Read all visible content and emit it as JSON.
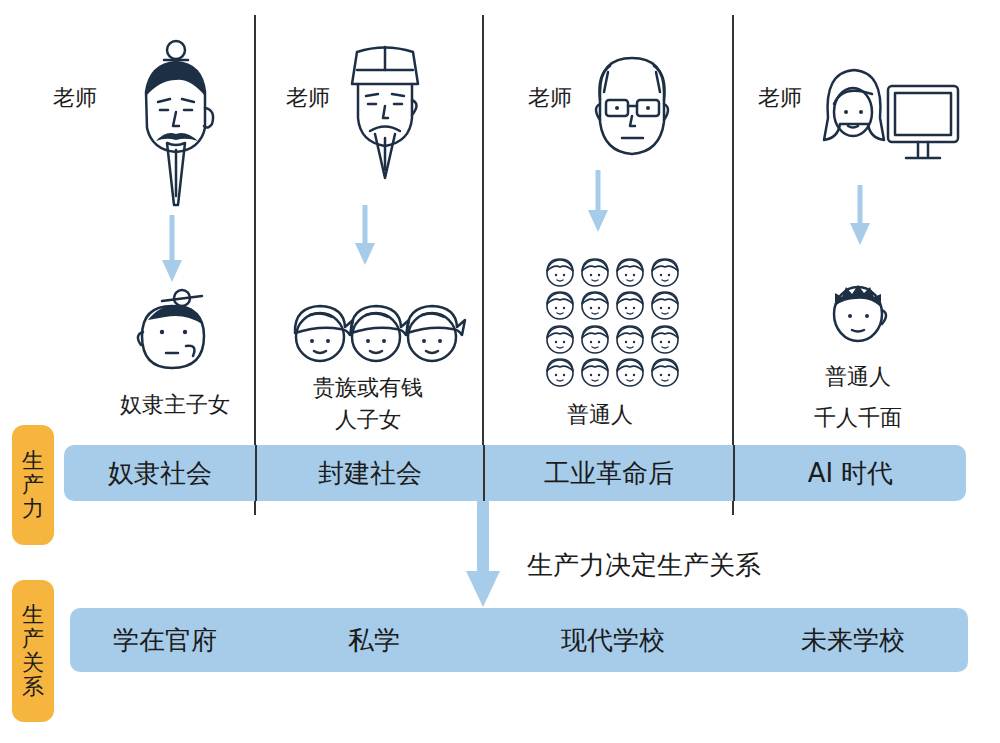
{
  "diagram": {
    "nodes": [
      {
        "text": [
          "生产力"
        ]
      },
      {
        "text": [
          "奴隶社会",
          "封建社会",
          "工业革命后",
          "AI 时代"
        ]
      },
      {
        "text": [
          "生产关系"
        ]
      },
      {
        "text": [
          "学在官府",
          "私学",
          "现代学校",
          "未来学校"
        ]
      }
    ],
    "edges": [
      {
        "from": 1,
        "to": 3,
        "arrow": "to",
        "label": "生产力决定生产关系"
      }
    ],
    "labels": [
      "老师",
      "奴隶主子女",
      "老师",
      "贵族或有钱 人子女",
      "老师",
      "普通人",
      "老师",
      "普通人",
      "千人千面"
    ]
  }
}
